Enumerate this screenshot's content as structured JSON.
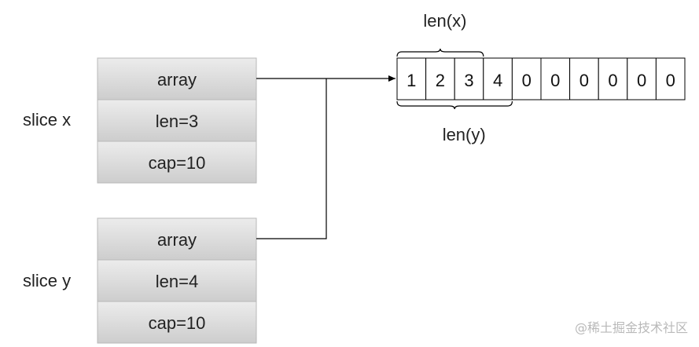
{
  "slices": [
    {
      "label": "slice x",
      "fields": [
        "array",
        "len=3",
        "cap=10"
      ]
    },
    {
      "label": "slice y",
      "fields": [
        "array",
        "len=4",
        "cap=10"
      ]
    }
  ],
  "array": {
    "cells": [
      "1",
      "2",
      "3",
      "4",
      "0",
      "0",
      "0",
      "0",
      "0",
      "0"
    ]
  },
  "braces": {
    "top_label": "len(x)",
    "top_span_cells": 3,
    "bottom_label": "len(y)",
    "bottom_span_cells": 4
  },
  "watermark": "@稀土掘金技术社区",
  "colors": {
    "box_fill_light": "#e9e9e9",
    "box_fill_dark": "#cfcfcf",
    "box_border": "#b8b8b8",
    "line": "#000000",
    "cell_border": "#000000",
    "watermark": "#b9b9b9"
  }
}
